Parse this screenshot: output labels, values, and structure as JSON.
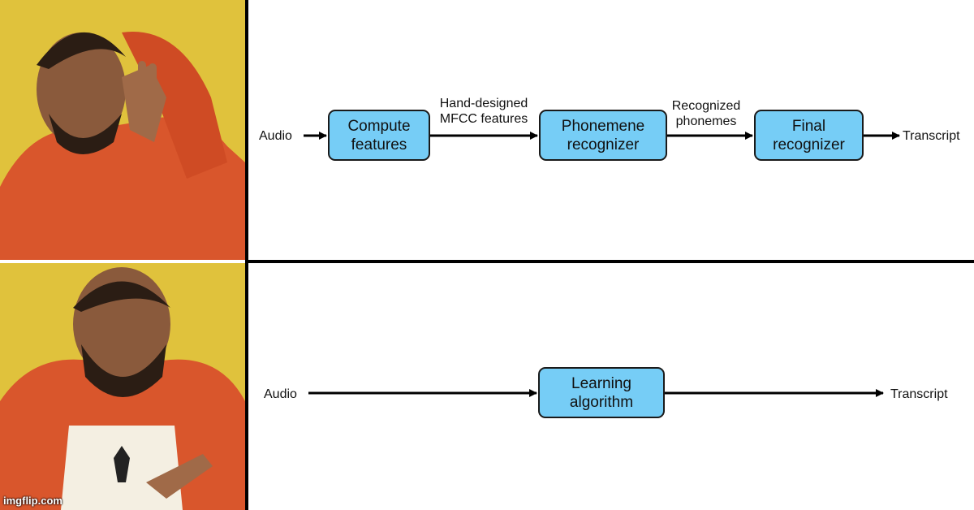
{
  "watermark": "imgflip.com",
  "top_pipeline": {
    "input": "Audio",
    "output": "Transcript",
    "boxes": [
      "Compute\nfeatures",
      "Phonemene\nrecognizer",
      "Final\nrecognizer"
    ],
    "edge_labels": [
      "Hand-designed\nMFCC features",
      "Recognized\nphonemes"
    ]
  },
  "bottom_pipeline": {
    "input": "Audio",
    "output": "Transcript",
    "box": "Learning\nalgorithm"
  },
  "colors": {
    "box_fill": "#76cdf6",
    "photo_background": "#e3c13a",
    "jacket": "#e0542a"
  }
}
